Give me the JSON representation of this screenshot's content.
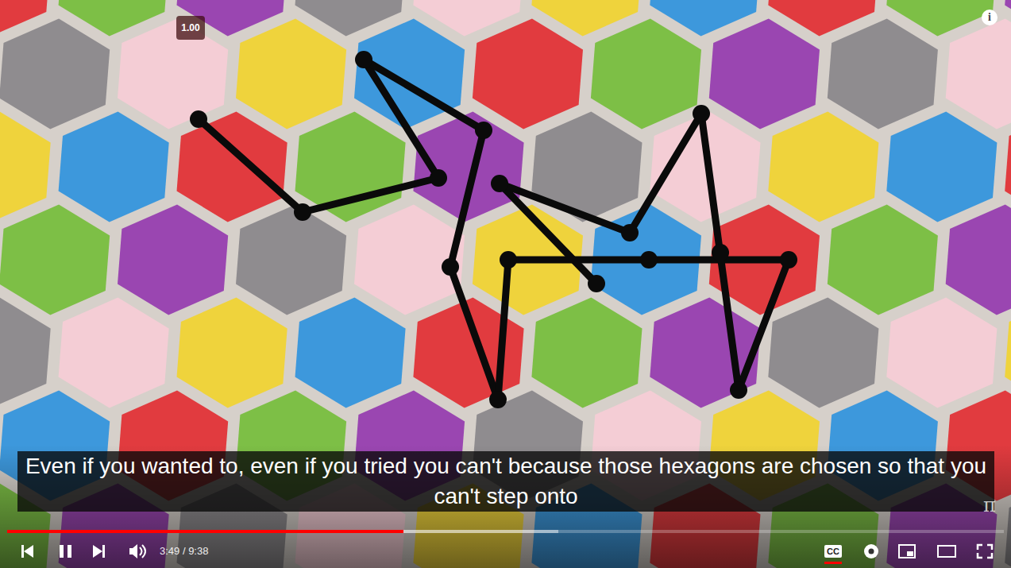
{
  "diagram": {
    "nodes": [
      {
        "text": [
          "1.00"
        ]
      },
      {
        "text": [
          "Even if you wanted to, even if you tried you can't because those hexagons are chosen so that you can't step onto"
        ]
      }
    ],
    "labels": [
      "i",
      "3:49 / 9:38",
      "CC",
      "π"
    ]
  }
}
